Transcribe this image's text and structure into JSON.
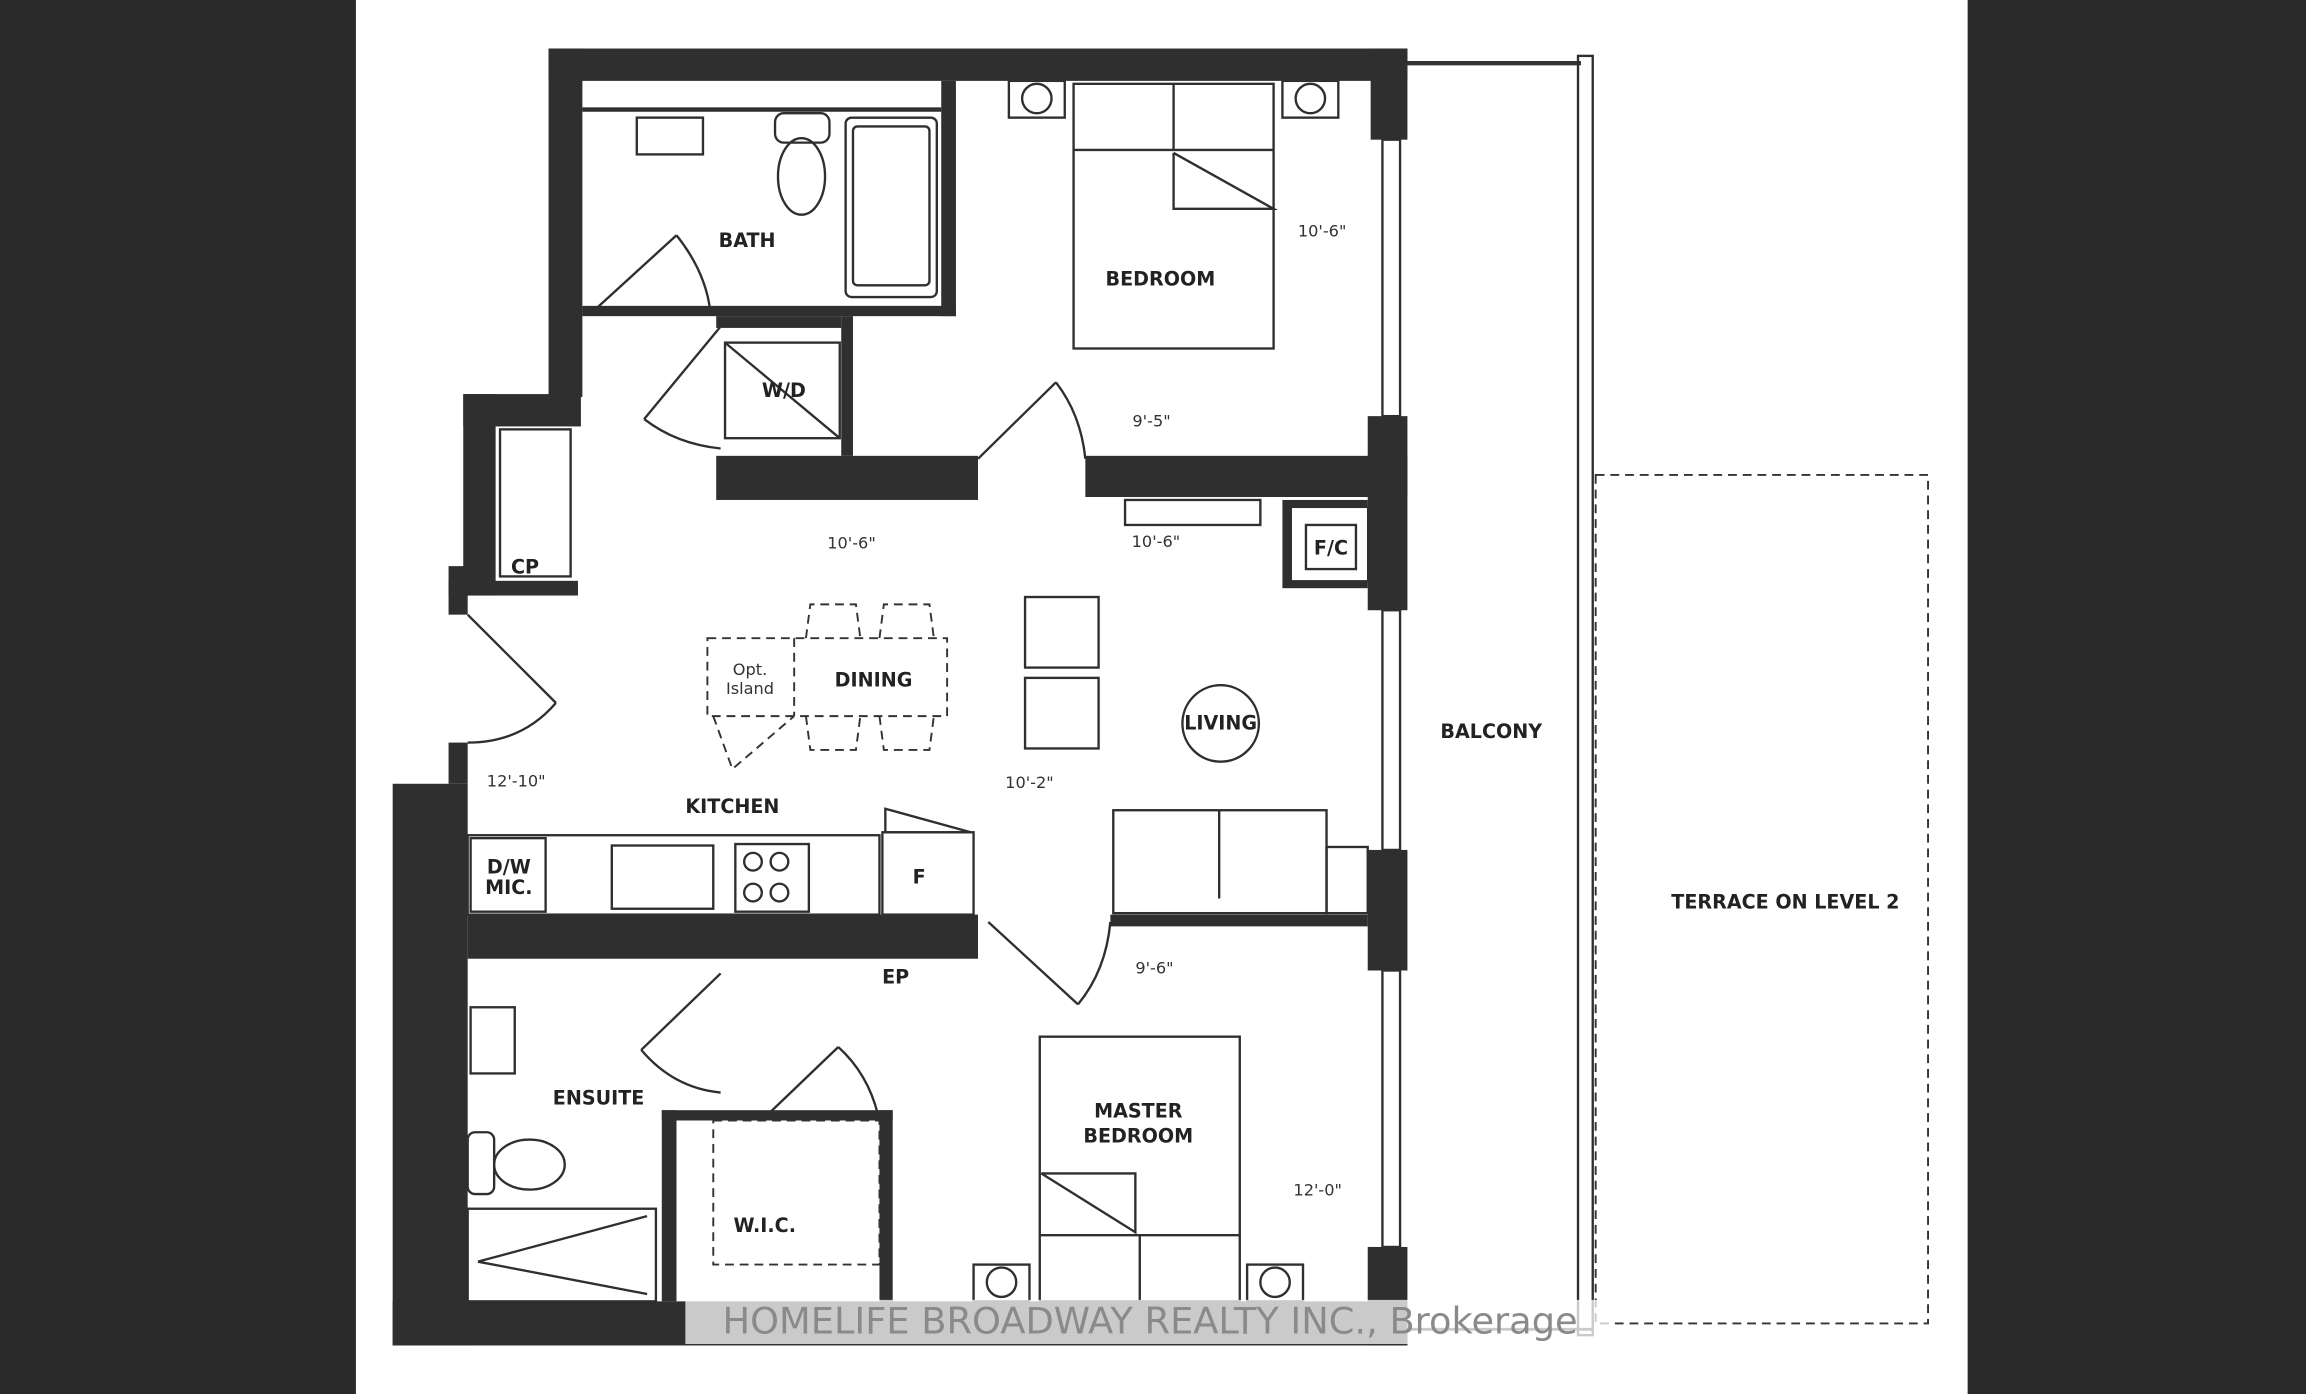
{
  "floorplan": {
    "rooms": {
      "bath": "BATH",
      "bedroom": "BEDROOM",
      "wd": "W/D",
      "cp": "CP",
      "fc": "F/C",
      "opt_island_1": "Opt.",
      "opt_island_2": "Island",
      "dining": "DINING",
      "living": "LIVING",
      "kitchen": "KITCHEN",
      "dw_1": "D/W",
      "dw_2": "MIC.",
      "fridge": "F",
      "ep": "EP",
      "ensuite": "ENSUITE",
      "wic": "W.I.C.",
      "master_1": "MASTER",
      "master_2": "BEDROOM",
      "balcony": "BALCONY",
      "terrace": "TERRACE ON LEVEL 2"
    },
    "dimensions": {
      "bedroom_width": "10'-6\"",
      "bedroom_depth": "9'-5\"",
      "hall_left": "10'-6\"",
      "hall_right": "10'-6\"",
      "kitchen_width": "12'-10\"",
      "living_width": "10'-2\"",
      "master_depth": "9'-6\"",
      "master_width": "12'-0\""
    },
    "watermark": "HOMELIFE BROADWAY REALTY INC., Brokerage"
  }
}
